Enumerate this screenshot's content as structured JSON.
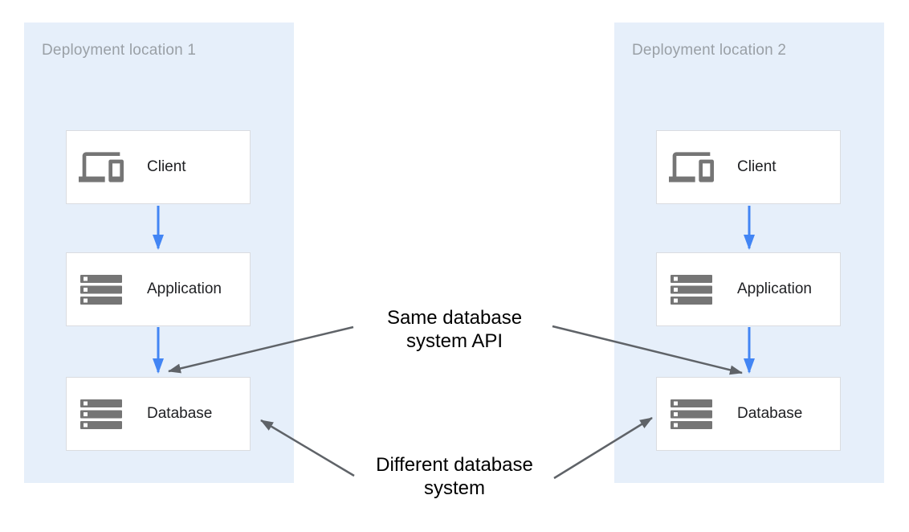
{
  "diagram": {
    "panels": [
      {
        "title": "Deployment location 1",
        "boxes": [
          {
            "label": "Client",
            "icon": "devices-icon"
          },
          {
            "label": "Application",
            "icon": "server-stack-icon"
          },
          {
            "label": "Database",
            "icon": "server-stack-icon"
          }
        ]
      },
      {
        "title": "Deployment location 2",
        "boxes": [
          {
            "label": "Client",
            "icon": "devices-icon"
          },
          {
            "label": "Application",
            "icon": "server-stack-icon"
          },
          {
            "label": "Database",
            "icon": "server-stack-icon"
          }
        ]
      }
    ],
    "annotations": [
      {
        "text": "Same database system API"
      },
      {
        "text": "Different database system"
      }
    ],
    "colors": {
      "panel_bg": "#E6EFFA",
      "panel_title": "#9AA0A6",
      "box_bg": "#FFFFFF",
      "box_border": "#DADCE0",
      "label_text": "#202124",
      "icon_gray": "#757575",
      "flow_arrow_blue": "#4285F4",
      "annotation_arrow_gray": "#5F6368",
      "annotation_text": "#000000"
    }
  }
}
